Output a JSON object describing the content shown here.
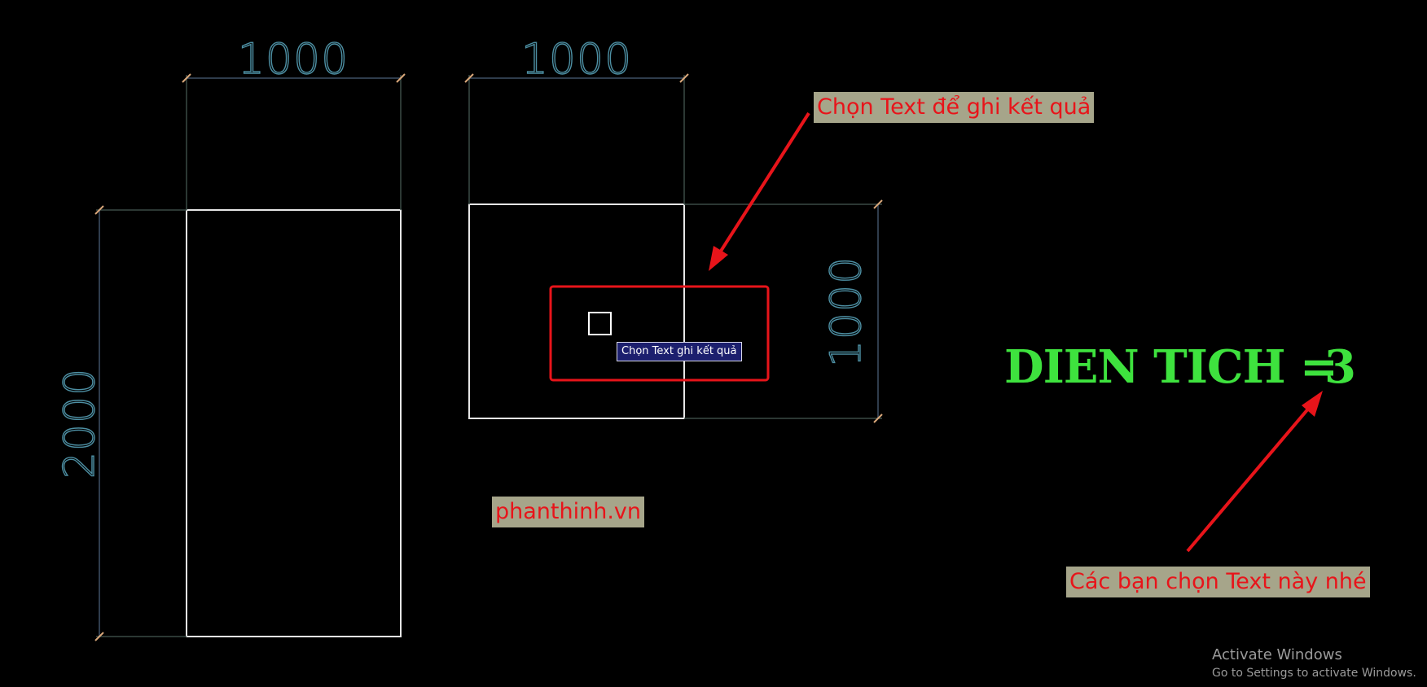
{
  "dimensions": {
    "rect1_width": "1000",
    "rect2_width": "1000",
    "rect1_height": "2000",
    "rect2_height": "1000"
  },
  "result": {
    "label": "DIEN TICH =",
    "value": "3"
  },
  "annotations": {
    "select_result_text": "Chọn Text để ghi kết quả",
    "choose_this_text": "Các bạn chọn Text này nhé",
    "watermark": "phanthinh.vn"
  },
  "tooltip": {
    "prompt": "Chọn Text ghi kết quả"
  },
  "activation": {
    "title": "Activate Windows",
    "subtitle": "Go to Settings to activate Windows."
  },
  "colors": {
    "background": "#000000",
    "geometry_line": "#e6e6e6",
    "dimension_text": "#4d8fa3",
    "dimension_line": "#2f3c4c",
    "extension_line": "#3a4a46",
    "tick_mark": "#d9a77a",
    "result_text": "#3ee23e",
    "annotation_red": "#e8141a",
    "annotation_label_bg": "#a6a58a",
    "tooltip_bg": "#1c1f6e",
    "tooltip_text": "#ffffff",
    "activation_text": "#9a9a9a"
  }
}
